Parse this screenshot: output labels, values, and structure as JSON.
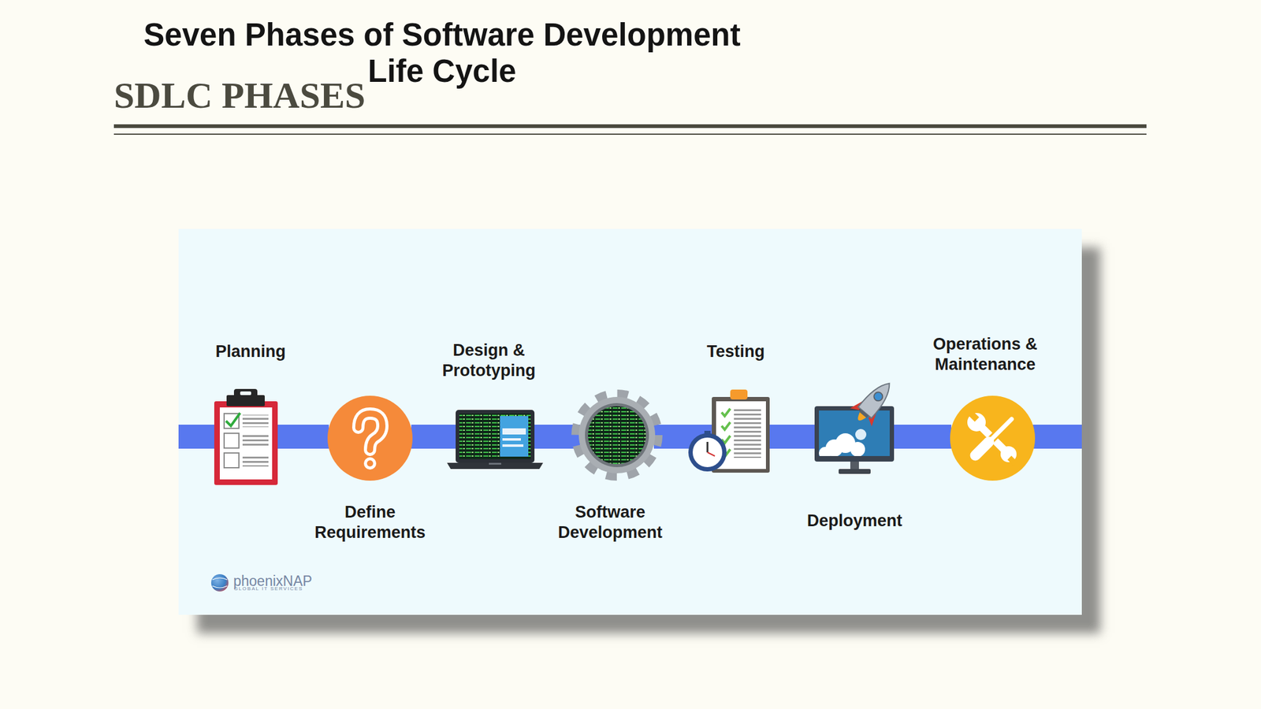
{
  "diagram": {
    "title": "SDLC PHASES",
    "nodes": [
      {
        "text": [
          "Seven Phases of Software Development Life Cycle"
        ]
      },
      {
        "text": [
          "Planning"
        ],
        "in": 0
      },
      {
        "text": [
          "Define Requirements"
        ],
        "in": 0
      },
      {
        "text": [
          "Design & Prototyping"
        ],
        "in": 0
      },
      {
        "text": [
          "Software Development"
        ],
        "in": 0
      },
      {
        "text": [
          "Testing"
        ],
        "in": 0
      },
      {
        "text": [
          "Deployment"
        ],
        "in": 0
      },
      {
        "text": [
          "Operations & Maintenance"
        ],
        "in": 0
      }
    ],
    "edges": [
      {
        "from": 1,
        "to": 2,
        "arrow": "none"
      },
      {
        "from": 2,
        "to": 3,
        "arrow": "none"
      },
      {
        "from": 3,
        "to": 4,
        "arrow": "none"
      },
      {
        "from": 4,
        "to": 5,
        "arrow": "none"
      },
      {
        "from": 5,
        "to": 6,
        "arrow": "none"
      },
      {
        "from": 6,
        "to": 7,
        "arrow": "none"
      }
    ],
    "labels": [
      "phoenixNAP",
      "GLOBAL IT SERVICES"
    ]
  }
}
